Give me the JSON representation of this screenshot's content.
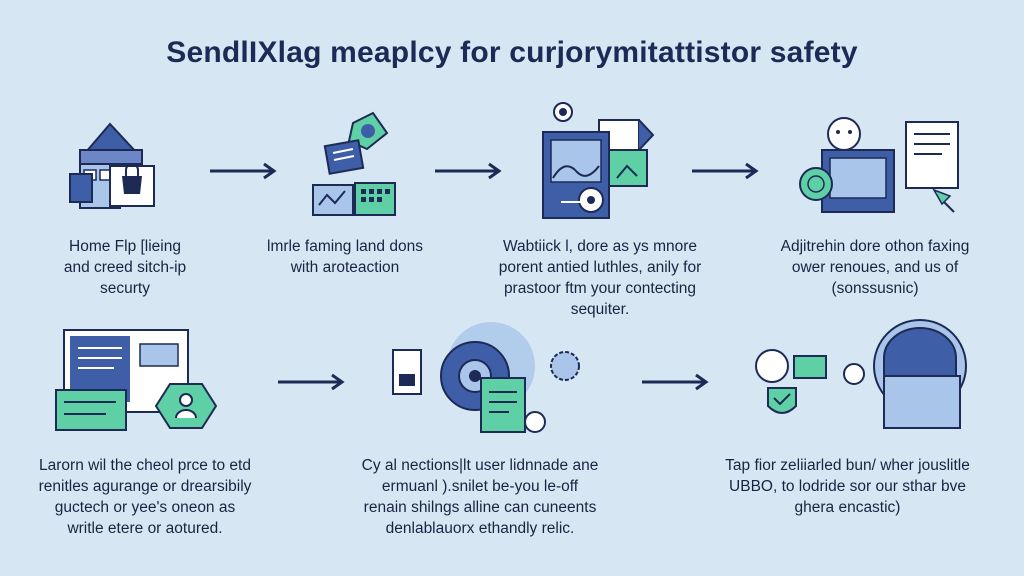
{
  "title": "SendlIXlag meaplcy for curjorymitattistor safety",
  "row1": [
    {
      "caption_lines": [
        "Home Flp [lieing",
        "and creed sitch-ip",
        "securty"
      ]
    },
    {
      "caption_lines": [
        "lmrle faming land dons",
        "with aroteaction"
      ]
    },
    {
      "caption_lines": [
        "Wabtiick l, dore as ys mnore",
        "porent antied luthles, anily for",
        "prastoor ftm your contecting",
        "sequiter."
      ]
    },
    {
      "caption_lines": [
        "Adjitrehin dore othon faxing",
        "ower renoues, and us of",
        "(sonssusnic)"
      ]
    }
  ],
  "row2": [
    {
      "caption_lines": [
        "Larorn wil the cheol prce to etd",
        "renitles agurange or drearsibily",
        "guctech or yee's oneon as",
        "writle etere or aotured."
      ]
    },
    {
      "caption_lines": [
        "Cy al nections|lt user lidnnade ane",
        "ermuanl ).snilet be-you le-off",
        "renain shilngs alline can cuneents",
        "denlablauorx ethandly relic."
      ]
    },
    {
      "caption_lines": [
        "Tap fior zeliiarled bun/ wher jouslitle",
        "UBBO, to lodride  sor our sthar bve",
        "ghera encastic)"
      ]
    }
  ],
  "colors": {
    "background": "#d6e6f3",
    "navy": "#1c2a55",
    "blue": "#3f5ea8",
    "green": "#5fcfa6",
    "light_blue": "#a9c6ea"
  }
}
